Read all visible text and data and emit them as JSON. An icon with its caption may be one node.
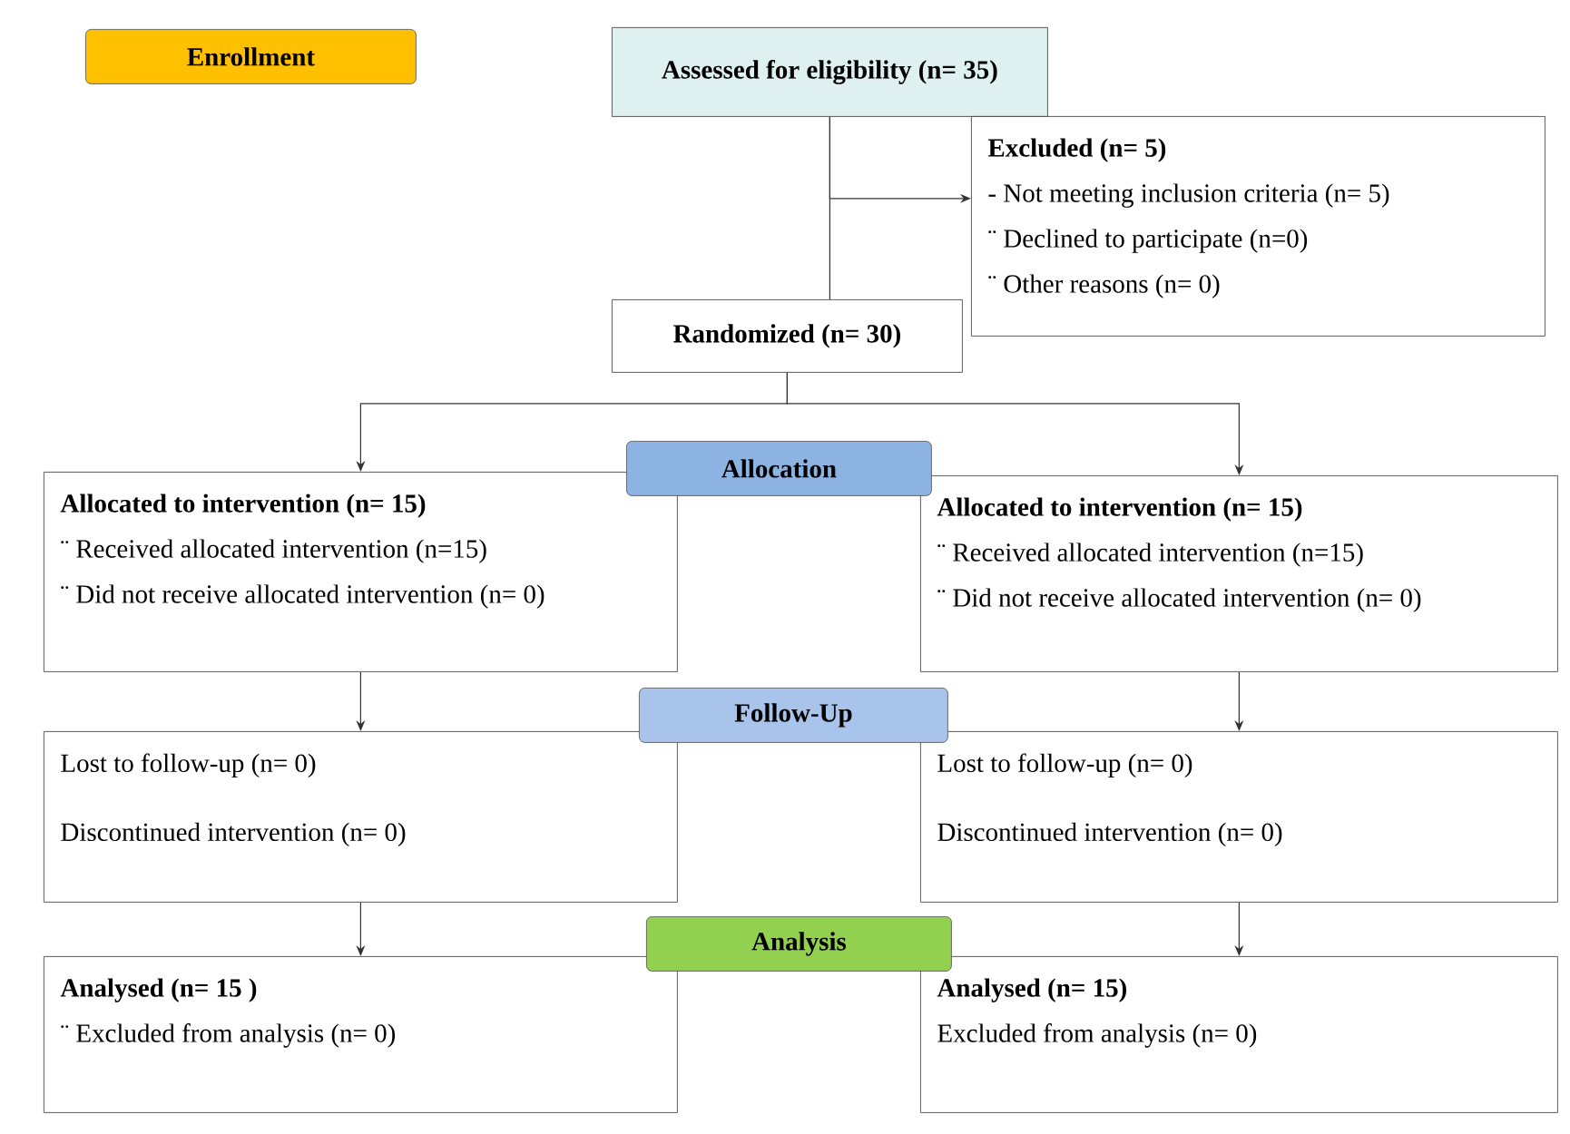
{
  "diagram": {
    "nodes": [
      {
        "text": [
          "Enrollment"
        ]
      },
      {
        "text": [
          "Assessed for eligibility (n= 35)"
        ]
      },
      {
        "text": [
          "Excluded (n= 5)",
          "- Not meeting inclusion criteria (n= 5)",
          "¨ Declined to participate (n=0)",
          "¨ Other reasons (n= 0)"
        ]
      },
      {
        "text": [
          "Randomized (n= 30)"
        ]
      },
      {
        "text": [
          "Allocation"
        ]
      },
      {
        "text": [
          "Allocated to intervention (n= 15)",
          "¨ Received allocated intervention (n=15)",
          "¨ Did not receive allocated intervention (n= 0)"
        ]
      },
      {
        "text": [
          "Allocated to intervention (n= 15)",
          "¨ Received allocated intervention (n=15)",
          "¨ Did not receive allocated intervention (n= 0)"
        ]
      },
      {
        "text": [
          "Follow-Up"
        ]
      },
      {
        "text": [
          "Lost to follow-up (n= 0)",
          "Discontinued intervention (n= 0)"
        ]
      },
      {
        "text": [
          "Lost to follow-up (n= 0)",
          "Discontinued intervention (n= 0)"
        ]
      },
      {
        "text": [
          "Analysis"
        ]
      },
      {
        "text": [
          "Analysed (n= 15 )",
          "¨ Excluded from analysis (n= 0)"
        ]
      },
      {
        "text": [
          "Analysed (n= 15)",
          "Excluded from analysis (n= 0)"
        ]
      }
    ],
    "edges": [
      {
        "from": 1,
        "to": 3,
        "arrow": "none"
      },
      {
        "from": 1,
        "to": 2,
        "arrow": "to"
      },
      {
        "from": 3,
        "to": 5,
        "arrow": "to"
      },
      {
        "from": 3,
        "to": 6,
        "arrow": "to"
      },
      {
        "from": 5,
        "to": 8,
        "arrow": "to"
      },
      {
        "from": 6,
        "to": 9,
        "arrow": "to"
      },
      {
        "from": 8,
        "to": 11,
        "arrow": "to"
      },
      {
        "from": 9,
        "to": 12,
        "arrow": "to"
      }
    ]
  }
}
